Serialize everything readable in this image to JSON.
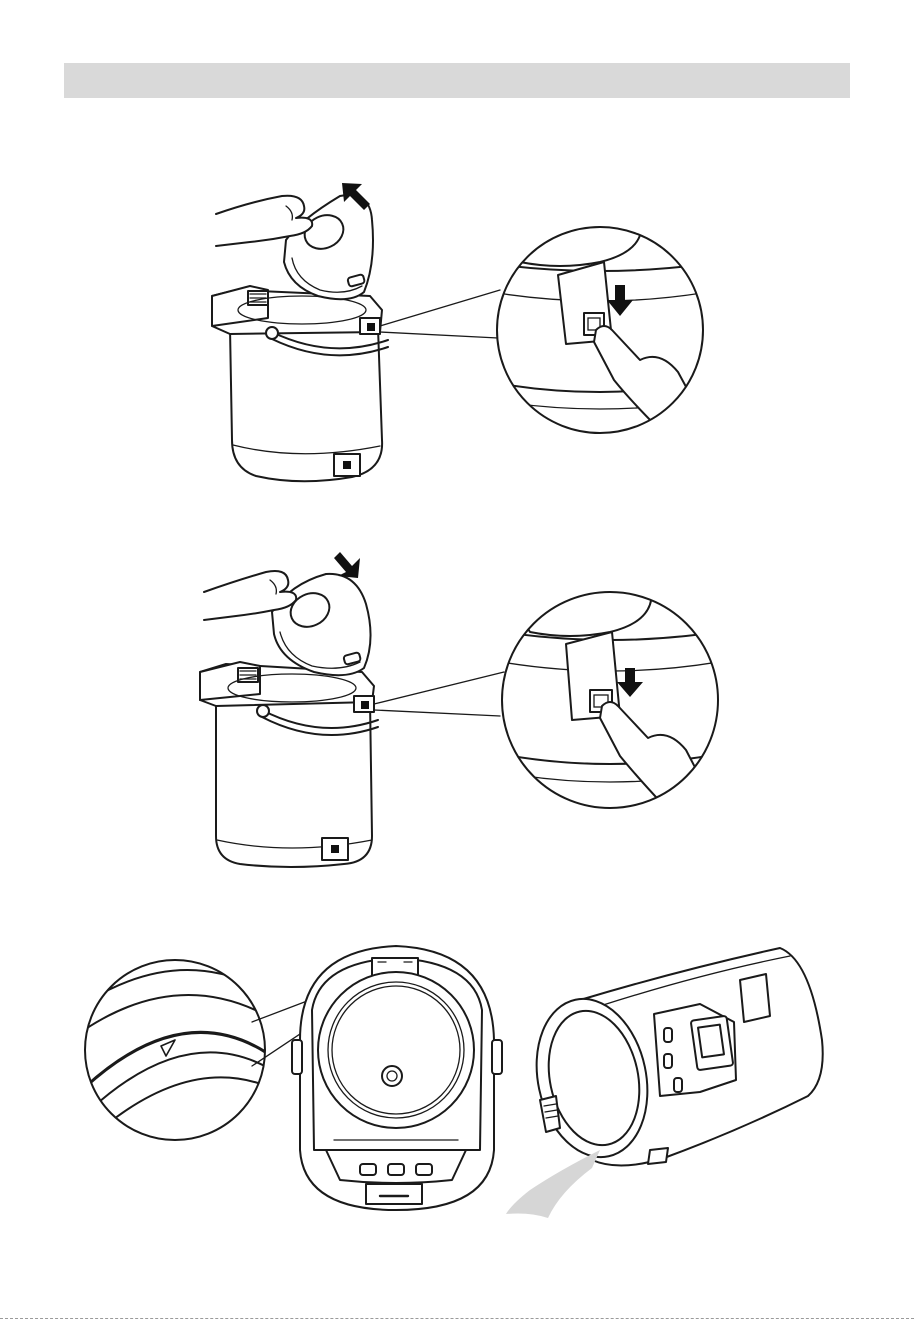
{
  "page": {
    "header_bar_color": "#d9d9d9",
    "line_color": "#1a1a1a",
    "figures": [
      {
        "name": "lid-removal",
        "arrow": "up-left",
        "detail": "press-lid-release-button"
      },
      {
        "name": "lid-attachment",
        "arrow": "down-right",
        "detail": "press-lid-release-button"
      },
      {
        "name": "inner-container-mark",
        "arrow": "pour-out",
        "detail": "triangle-mark-on-inner-rim"
      }
    ]
  }
}
